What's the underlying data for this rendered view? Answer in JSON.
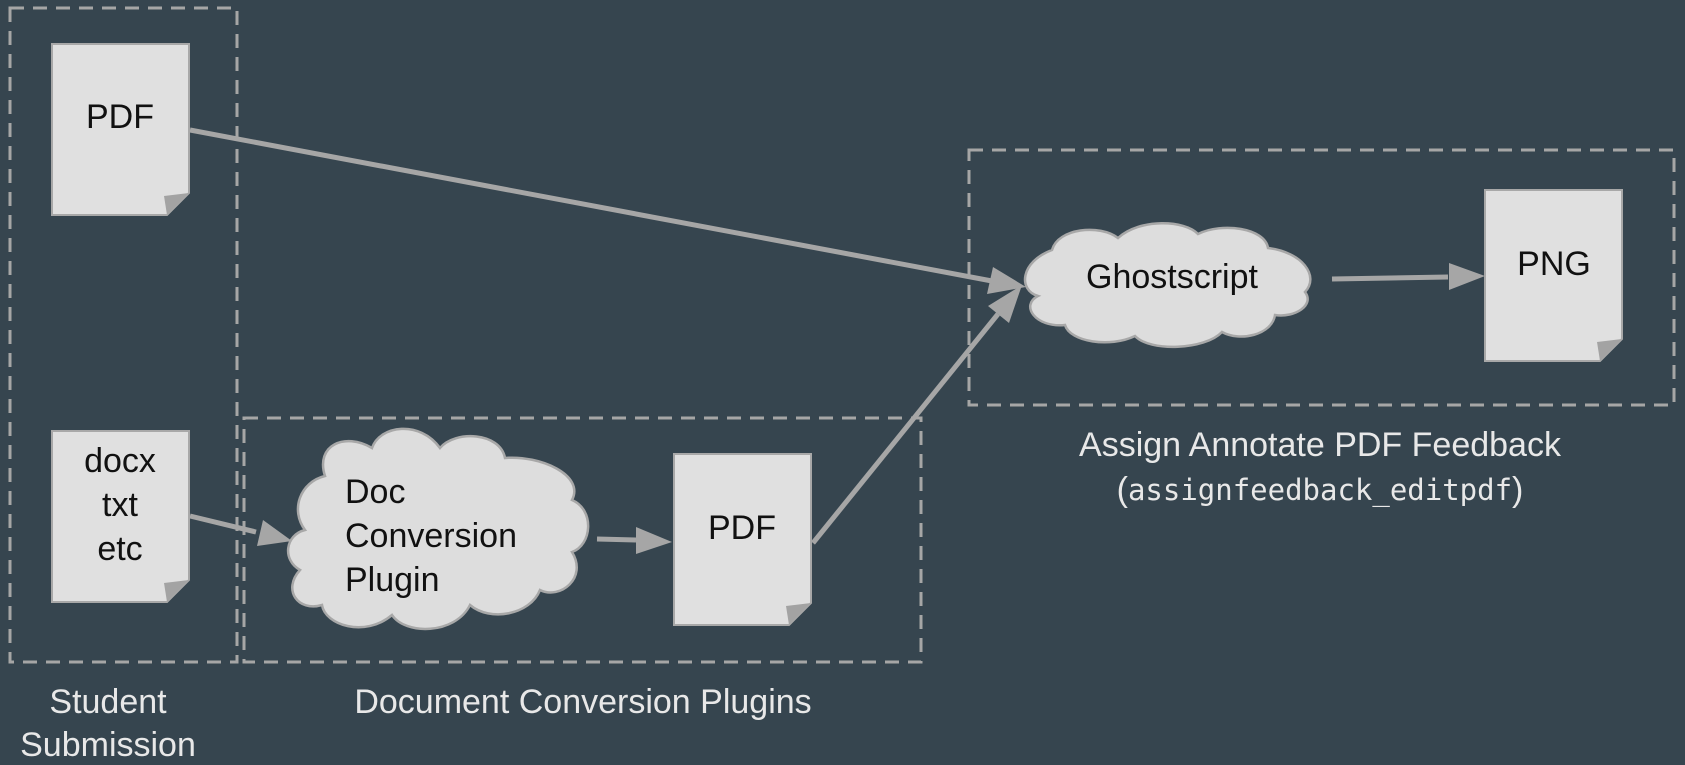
{
  "groups": {
    "student": {
      "lines": [
        "Student",
        "Submission"
      ]
    },
    "conversion": {
      "label": "Document Conversion Plugins"
    },
    "feedback": {
      "label": "Assign Annotate PDF Feedback",
      "open": "(",
      "code": "assignfeedback_editpdf",
      "close": ")"
    }
  },
  "nodes": {
    "pdf_input": {
      "label": "PDF"
    },
    "other_input": {
      "lines": [
        "docx",
        "txt",
        "etc"
      ]
    },
    "doc_conversion": {
      "lines": [
        "Doc",
        "Conversion",
        "Plugin"
      ]
    },
    "pdf_converted": {
      "label": "PDF"
    },
    "ghostscript": {
      "label": "Ghostscript"
    },
    "png_output": {
      "label": "PNG"
    }
  },
  "colors": {
    "background": "#36454f",
    "box_border": "#a6a6a6",
    "node_fill": "#e0e0e0",
    "arrow": "#a6a6a6"
  }
}
